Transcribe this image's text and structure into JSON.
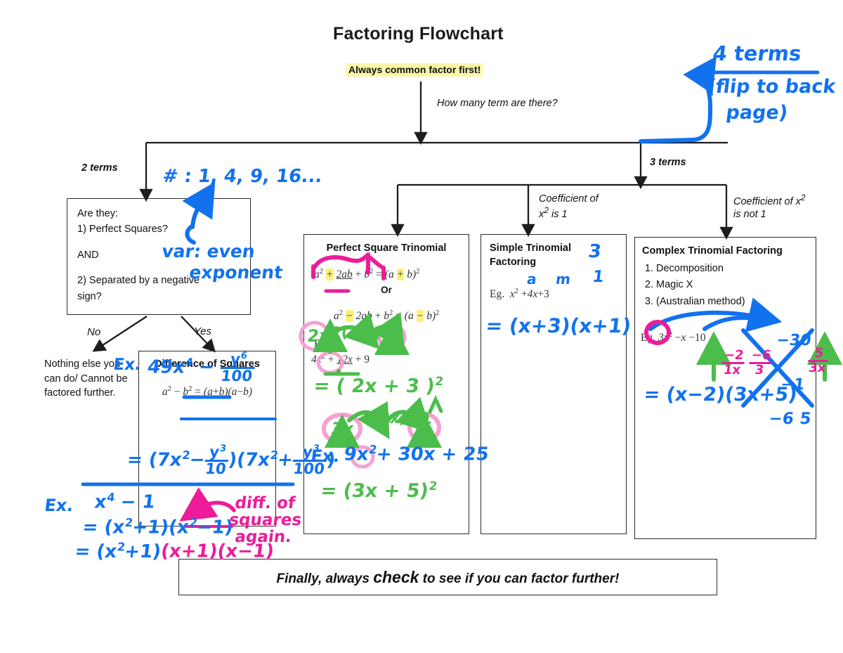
{
  "title": "Factoring Flowchart",
  "top_note": "Always common factor first!",
  "root_question": "How many term are there?",
  "branches": {
    "two_terms": "2 terms",
    "three_terms": "3 terms",
    "coeff_is_one": "Coefficient of\nx2 is 1",
    "coeff_not_one": "Coefficient of x2\nis not 1",
    "no_label": "No",
    "yes_label": "Yes"
  },
  "boxes": {
    "are_they": {
      "line1": "Are they:",
      "line2": "1) Perfect Squares?",
      "line3": "AND",
      "line4": "2) Separated by a negative",
      "line5": "sign?"
    },
    "nothing_else": "Nothing else you can do/ Cannot be factored further.",
    "difference_of_squares": {
      "title": "Difference of Squares",
      "formula": "a2 − b2 = (a+b)(a−b)"
    },
    "perfect_square_trinomial": {
      "title": "Perfect Square Trinomial",
      "formula1": "a2 + 2ab + b2 = (a + b)2",
      "or": "Or",
      "formula2": "a2 − 2ab + b2 = (a − b)2",
      "eg_label": "Eg.:",
      "eg_expr": "4x2 + 12x + 9"
    },
    "simple_trinomial": {
      "title_line1": "Simple Trinomial",
      "title_line2": "Factoring",
      "eg_label": "Eg.",
      "eg_expr": "x2 + 4x + 3"
    },
    "complex_trinomial": {
      "title": "Complex Trinomial Factoring",
      "methods": [
        "Decomposition",
        "Magic X",
        "(Australian method)"
      ],
      "eg_label": "Eg.",
      "eg_expr": "3x2 − x − 10"
    }
  },
  "banner": {
    "pre": "Finally, always ",
    "emphasis": "check",
    "post": " to see if you can factor further!"
  },
  "ink": {
    "four_terms": "4 terms",
    "flip_to_back": "(flip to back",
    "page": "page)",
    "perfect_squares_list": "# : 1, 4, 9, 16...",
    "var_even": "var: even",
    "exponent": "exponent",
    "ex_label_1": "Ex.",
    "dos_ex_lead": "49x",
    "dos_ex_lead_sup": "4",
    "dos_minus": "−",
    "dos_num": "y",
    "dos_num_sup": "6",
    "dos_den": "100",
    "dos_eq": "=",
    "dos_f1_a": "7x",
    "dos_f1_a_sup": "2",
    "dos_f1_minus": "−",
    "dos_f1_num": "y",
    "dos_f1_num_sup": "3",
    "dos_f1_den": "10",
    "dos_f2_a": "7x",
    "dos_f2_a_sup": "2",
    "dos_f2_plus": "+",
    "dos_f2_num": "y",
    "dos_f2_num_sup": "3",
    "dos_f2_den": "100",
    "ex_label_2": "Ex.",
    "x4_minus_1": "x",
    "x4_sup": "4",
    "x4_tail": " − 1",
    "x4_step1": "= (x",
    "x4_step1_sup": "2",
    "x4_step1_b": "+1)(x",
    "x4_step1_sup2": "2",
    "x4_step1_c": "−1)",
    "x4_step2_blue": "= (x",
    "x4_step2_sup": "2",
    "x4_step2_blue_b": "+1)",
    "x4_step2_pink": "(x+1)(x−1)",
    "diff_of": "diff. of",
    "squares": "squares",
    "again": "again.",
    "pst_green_2x": "2x",
    "pst_green_mid": "2(2x)(3)",
    "pst_green_3": "3",
    "pst_green_result": "= ( 2x + 3 )",
    "pst_green_result_sup": "2",
    "pst_green_3x": "3x",
    "pst_green_mid2": "2(3x)(5)",
    "pst_green_5": "5",
    "pst_blue_ex": "Ex.",
    "pst_blue_expr": "9x",
    "pst_blue_expr_sup": "2",
    "pst_blue_expr_b": "+ 30x + 25",
    "pst_green_result2": "= (3x + 5)",
    "pst_green_result2_sup": "2",
    "st_blue_3": "3",
    "st_blue_a": "a",
    "st_blue_m": "m",
    "st_blue_1": "1",
    "st_blue_answer": "= (x+3)(x+1)",
    "ct_minus80": "−30",
    "ct_minus1": "−1",
    "ct_frac1_n": "−2",
    "ct_frac1_d": "1x",
    "ct_frac2_n": "−6",
    "ct_frac2_d": "3",
    "ct_frac3_n": "5",
    "ct_frac3_d": "3x",
    "ct_answer": "= (x−2)(3x+5)",
    "ct_bottom_left": "−6",
    "ct_bottom_right": "5"
  },
  "colors": {
    "blue": "#1272ee",
    "green": "#4bbd4b",
    "pink": "#ec1c9a",
    "highlight": "#fbf7a8",
    "line": "#2b2b2b"
  }
}
